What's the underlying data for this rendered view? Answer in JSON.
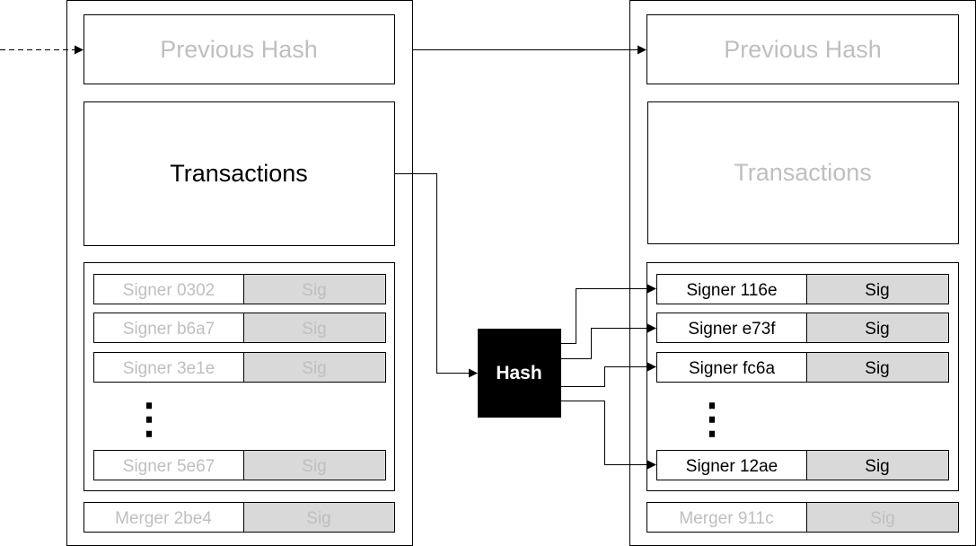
{
  "colors": {
    "stroke": "#000000",
    "muted_text": "#bfbfbf",
    "active_text": "#000000",
    "sig_fill": "#d9d9d9",
    "hash_fill": "#000000",
    "hash_text": "#ffffff"
  },
  "left_block": {
    "previous_hash": "Previous Hash",
    "transactions": "Transactions",
    "signers": [
      {
        "name": "Signer 0302",
        "sig": "Sig"
      },
      {
        "name": "Signer b6a7",
        "sig": "Sig"
      },
      {
        "name": "Signer 3e1e",
        "sig": "Sig"
      },
      {
        "name": "Signer 5e67",
        "sig": "Sig"
      }
    ],
    "ellipsis": "⋮",
    "merger": {
      "name": "Merger 2be4",
      "sig": "Sig"
    }
  },
  "hash_box": {
    "label": "Hash"
  },
  "right_block": {
    "previous_hash": "Previous Hash",
    "transactions": "Transactions",
    "signers": [
      {
        "name": "Signer 116e",
        "sig": "Sig"
      },
      {
        "name": "Signer e73f",
        "sig": "Sig"
      },
      {
        "name": "Signer fc6a",
        "sig": "Sig"
      },
      {
        "name": "Signer 12ae",
        "sig": "Sig"
      }
    ],
    "ellipsis": "⋮",
    "merger": {
      "name": "Merger 911c",
      "sig": "Sig"
    }
  }
}
